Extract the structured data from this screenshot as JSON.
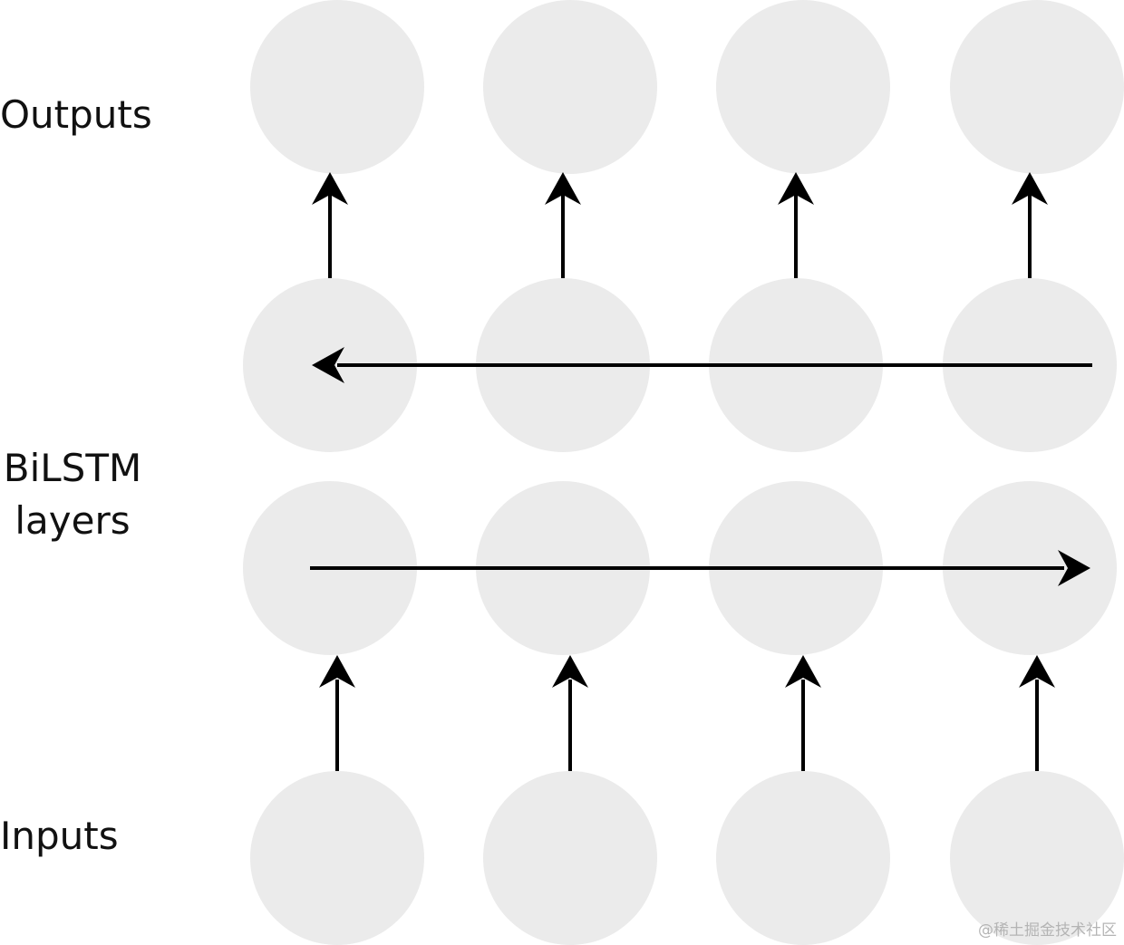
{
  "labels": {
    "outputs": "Outputs",
    "bilstm_line1": "BiLSTM",
    "bilstm_line2": "layers",
    "inputs": "Inputs"
  },
  "watermark": "@稀土掘金技术社区",
  "colors": {
    "node_fill": "#ebebeb",
    "arrow": "#000000",
    "text": "#111111",
    "watermark": "#b4b4b4"
  },
  "diagram": {
    "columns": 4,
    "rows": [
      "outputs",
      "backward-layer",
      "forward-layer",
      "inputs"
    ],
    "backward_direction": "right-to-left",
    "forward_direction": "left-to-right"
  }
}
